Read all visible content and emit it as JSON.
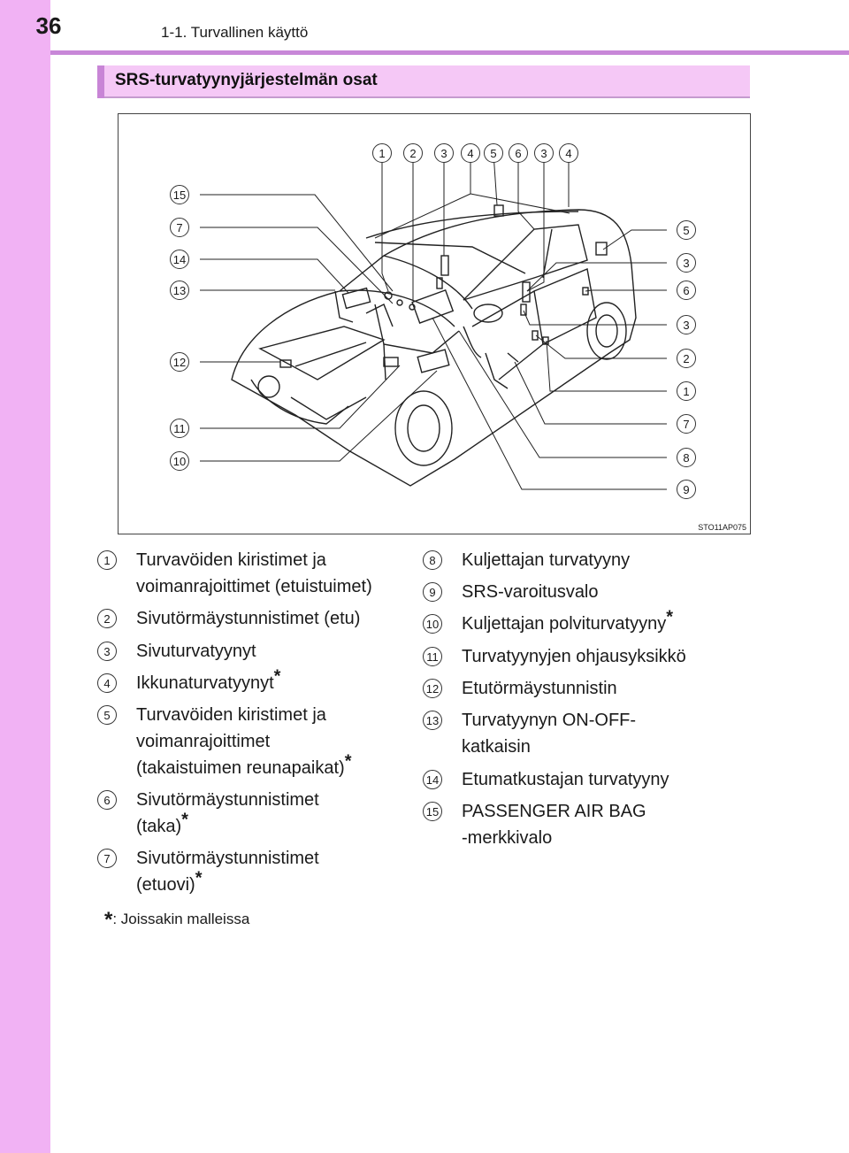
{
  "page": {
    "number": "36",
    "header_title": "1-1. Turvallinen käyttö",
    "section_heading": "SRS-turvatyynyjärjestelmän osat"
  },
  "diagram": {
    "ref_code": "STO11AP075",
    "top_callouts": [
      "1",
      "2",
      "3",
      "4",
      "5",
      "6",
      "3",
      "4"
    ],
    "left_callouts": [
      "15",
      "7",
      "14",
      "13",
      "12",
      "11",
      "10"
    ],
    "right_callouts": [
      "5",
      "3",
      "6",
      "3",
      "2",
      "1",
      "7",
      "8",
      "9"
    ]
  },
  "legend": {
    "left": [
      {
        "num": "1",
        "text": "Turvavöiden kiristimet ja\nvoimanrajoittimet (etuistuimet)",
        "star": false
      },
      {
        "num": "2",
        "text": "Sivutörmäystunnistimet (etu)",
        "star": false
      },
      {
        "num": "3",
        "text": "Sivuturvatyynyt",
        "star": false
      },
      {
        "num": "4",
        "text": "Ikkunaturvatyynyt",
        "star": true
      },
      {
        "num": "5",
        "text": "Turvavöiden kiristimet ja\nvoimanrajoittimet\n(takaistuimen reunapaikat)",
        "star": true
      },
      {
        "num": "6",
        "text": "Sivutörmäystunnistimet\n(taka)",
        "star": true
      },
      {
        "num": "7",
        "text": "Sivutörmäystunnistimet\n(etuovi)",
        "star": true
      }
    ],
    "right": [
      {
        "num": "8",
        "text": "Kuljettajan turvatyyny",
        "star": false
      },
      {
        "num": "9",
        "text": "SRS-varoitusvalo",
        "star": false
      },
      {
        "num": "10",
        "text": "Kuljettajan polviturvatyyny",
        "star": true
      },
      {
        "num": "11",
        "text": "Turvatyynyjen ohjausyksikkö",
        "star": false
      },
      {
        "num": "12",
        "text": "Etutörmäystunnistin",
        "star": false
      },
      {
        "num": "13",
        "text": "Turvatyynyn ON-OFF-\nkatkaisin",
        "star": false
      },
      {
        "num": "14",
        "text": "Etumatkustajan turvatyyny",
        "star": false
      },
      {
        "num": "15",
        "text": "PASSENGER AIR BAG\n-merkkivalo",
        "star": false
      }
    ]
  },
  "footnote": {
    "symbol": "*",
    "text": ":  Joissakin malleissa"
  }
}
